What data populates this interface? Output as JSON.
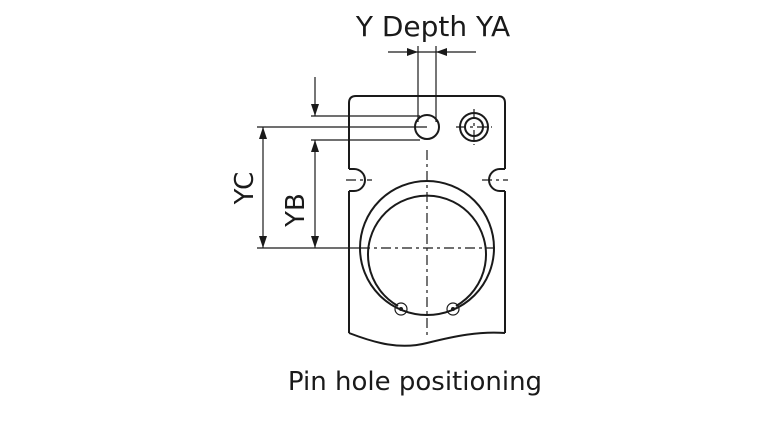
{
  "labels": {
    "top": "Y Depth YA",
    "yc": "YC",
    "yb": "YB"
  },
  "caption": "Pin hole positioning"
}
